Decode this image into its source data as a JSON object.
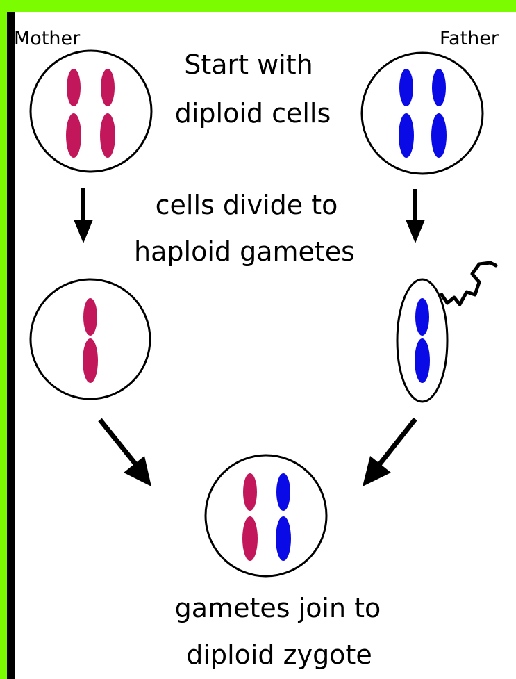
{
  "labels": {
    "mother": "Mother",
    "father": "Father"
  },
  "steps": {
    "start_line1": "Start with",
    "start_line2": "diploid cells",
    "divide_line1": "cells divide to",
    "divide_line2": "haploid gametes",
    "join_line1": "gametes join to",
    "join_line2": "diploid zygote"
  },
  "colors": {
    "mother_chromosome": "#c2185b",
    "father_chromosome": "#0a0ae6",
    "frame_green": "#7cfc00",
    "frame_black": "#000000",
    "arrow": "#000000"
  }
}
